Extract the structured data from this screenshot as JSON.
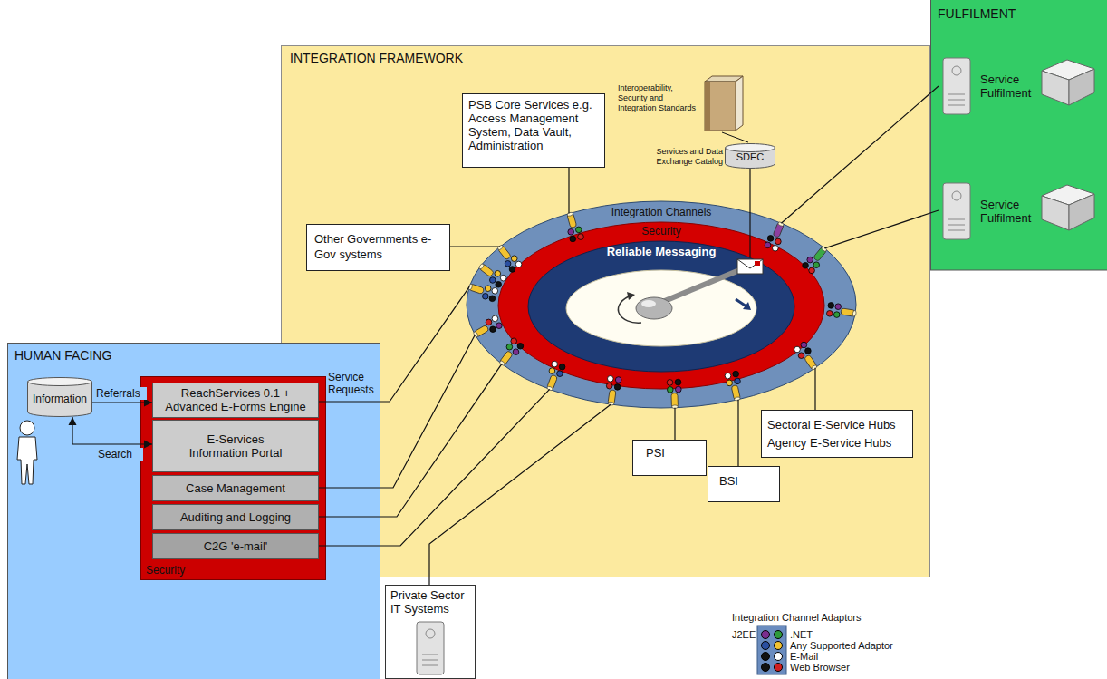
{
  "diagram": {
    "nodes": [
      {
        "text": [
          "FULFILMENT"
        ]
      },
      {
        "text": [
          "Service Fulfilment"
        ],
        "in": 0
      },
      {
        "text": [
          "Service Fulfilment"
        ],
        "in": 0
      },
      {
        "text": [
          "INTEGRATION FRAMEWORK"
        ]
      },
      {
        "text": [
          "PSB Core Services e.g. Access Management System, Data Vault, Administration"
        ],
        "in": 3
      },
      {
        "text": [
          "SDEC"
        ],
        "in": 3
      },
      {
        "text": [
          "Other Governments e-Gov systems"
        ],
        "in": 3
      },
      {
        "text": [
          "Integration Channels"
        ],
        "in": 3
      },
      {
        "text": [
          "Security"
        ],
        "in": 7
      },
      {
        "text": [
          "Reliable Messaging"
        ],
        "in": 8
      },
      {
        "text": [
          "Sectoral E-Service Hubs Agency E-Service Hubs"
        ],
        "in": 3
      },
      {
        "text": [
          "PSI"
        ],
        "in": 3
      },
      {
        "text": [
          "BSI"
        ],
        "in": 3
      },
      {
        "text": [
          "HUMAN FACING"
        ]
      },
      {
        "text": [
          "Security"
        ],
        "in": 13
      },
      {
        "text": [
          "ReachServices 0.1 + Advanced E-Forms Engine"
        ],
        "in": 14
      },
      {
        "text": [
          "E-Services Information Portal"
        ],
        "in": 14
      },
      {
        "text": [
          "Case Management"
        ],
        "in": 14
      },
      {
        "text": [
          "Auditing and Logging"
        ],
        "in": 14
      },
      {
        "text": [
          "C2G 'e-mail'"
        ],
        "in": 14
      },
      {
        "text": [
          "Information"
        ],
        "in": 13
      },
      {
        "text": [
          "Private Sector IT Systems"
        ]
      }
    ],
    "edges": [
      {
        "from": 4,
        "to": 7,
        "arrow": "none"
      },
      {
        "from": 6,
        "to": 7,
        "arrow": "none"
      },
      {
        "from": 1,
        "to": 7,
        "arrow": "none"
      },
      {
        "from": 2,
        "to": 7,
        "arrow": "none"
      },
      {
        "from": 5,
        "to": 9,
        "arrow": "none"
      },
      {
        "from": 15,
        "to": 7,
        "label": "Service Requests",
        "arrow": "none"
      },
      {
        "from": 17,
        "to": 7,
        "arrow": "none"
      },
      {
        "from": 18,
        "to": 7,
        "arrow": "none"
      },
      {
        "from": 19,
        "to": 7,
        "arrow": "none"
      },
      {
        "from": 21,
        "to": 7,
        "arrow": "none"
      },
      {
        "from": 11,
        "to": 7,
        "arrow": "none"
      },
      {
        "from": 12,
        "to": 7,
        "arrow": "none"
      },
      {
        "from": 10,
        "to": 7,
        "arrow": "none"
      },
      {
        "from": 20,
        "to": 15,
        "label": "Referrals",
        "arrow": "to"
      },
      {
        "from": 20,
        "to": 16,
        "label": "Search",
        "arrow": "both"
      }
    ],
    "labels": [
      "Interoperability, Security and Integration Standards",
      "Services and Data Exchange Catalog",
      "Integration Channel Adaptors"
    ],
    "legend": [
      {
        "text": "J2EE",
        "color": "#7b2d8e"
      },
      {
        "text": ".NET",
        "color": "#2e9a3a"
      },
      {
        "text": "Any Supported Adaptor",
        "color": "#f2c230"
      },
      {
        "text": "E-Mail",
        "color": "#ffffff"
      },
      {
        "text": "Web Browser",
        "color": "#d02020"
      }
    ]
  }
}
